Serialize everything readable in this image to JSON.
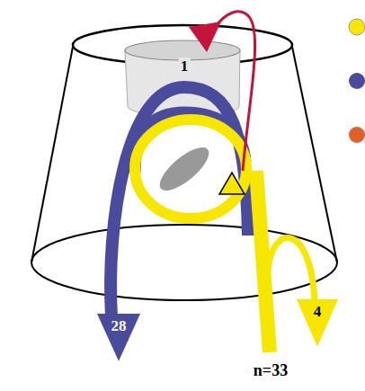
{
  "diagram": {
    "nodes": [
      {
        "text": [
          "28"
        ]
      },
      {
        "text": [
          "4"
        ]
      }
    ],
    "labels": [
      "1",
      "n=33"
    ]
  }
}
